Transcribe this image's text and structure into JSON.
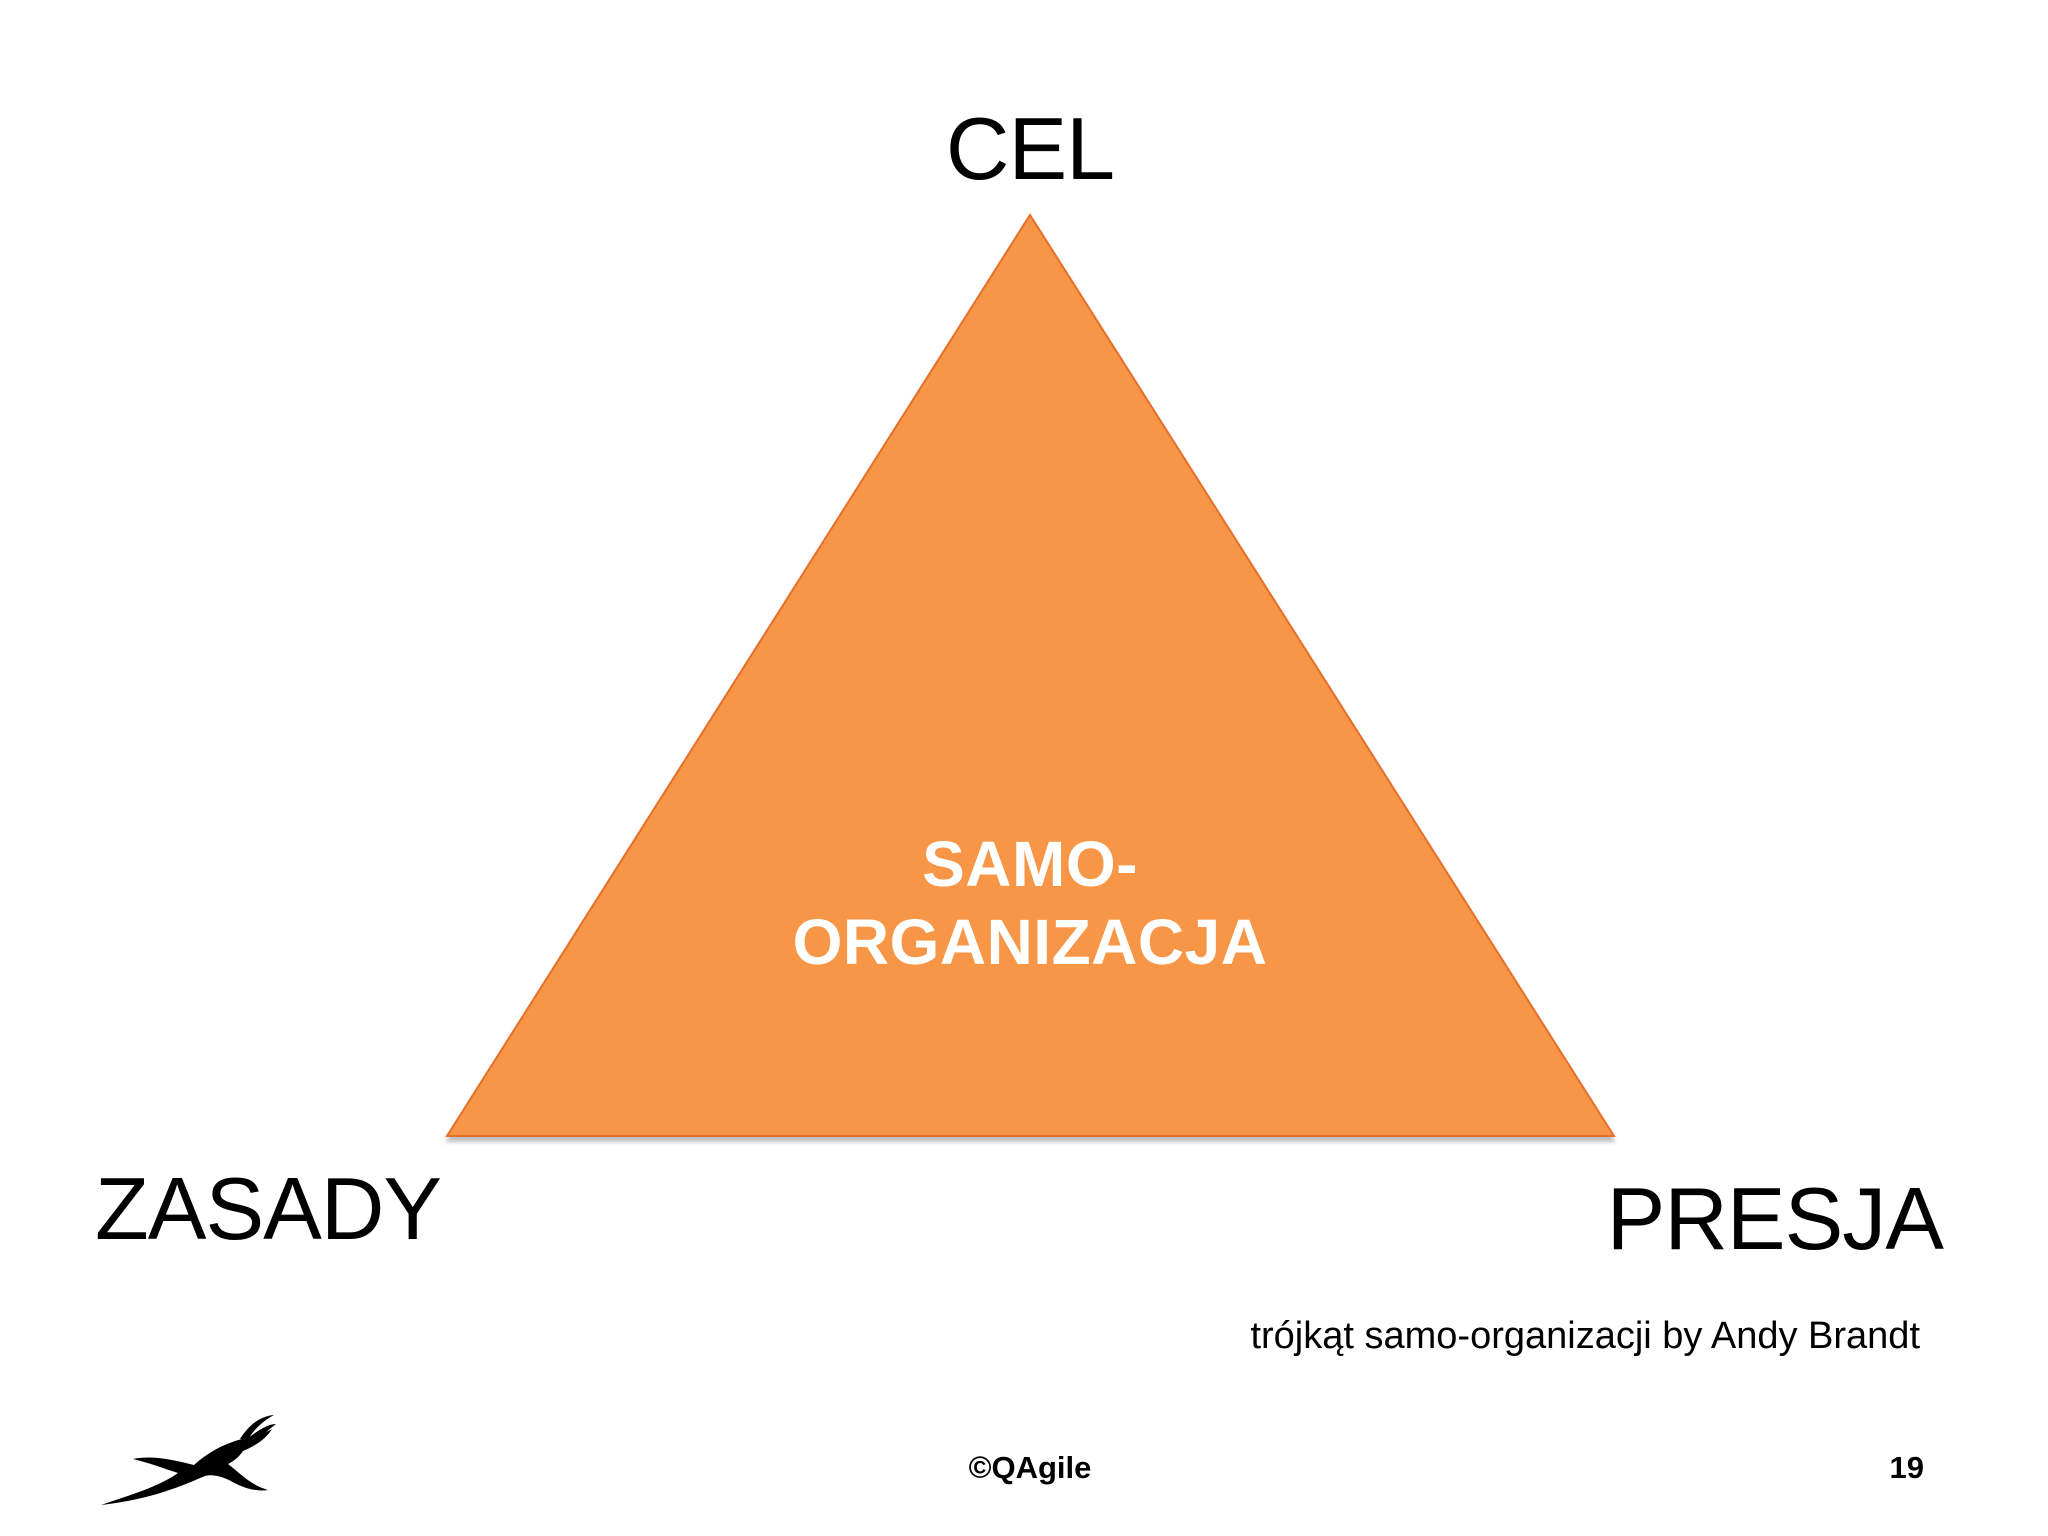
{
  "slide": {
    "diagram": {
      "top_label": "CEL",
      "left_label": "ZASADY",
      "right_label": "PRESJA",
      "center_lines": [
        "SAMO-",
        "ORGANIZACJA"
      ],
      "triangle_fill": "#F79646",
      "triangle_stroke": "#E56F2A",
      "center_text_color": "#FFFFFF"
    },
    "attribution": "trójkąt samo-organizacji by Andy Brandt",
    "footer": {
      "copyright": "©QAgile",
      "page_number": "19"
    },
    "logo": {
      "icon": "leaping-antelope-icon",
      "color": "#000000"
    }
  }
}
